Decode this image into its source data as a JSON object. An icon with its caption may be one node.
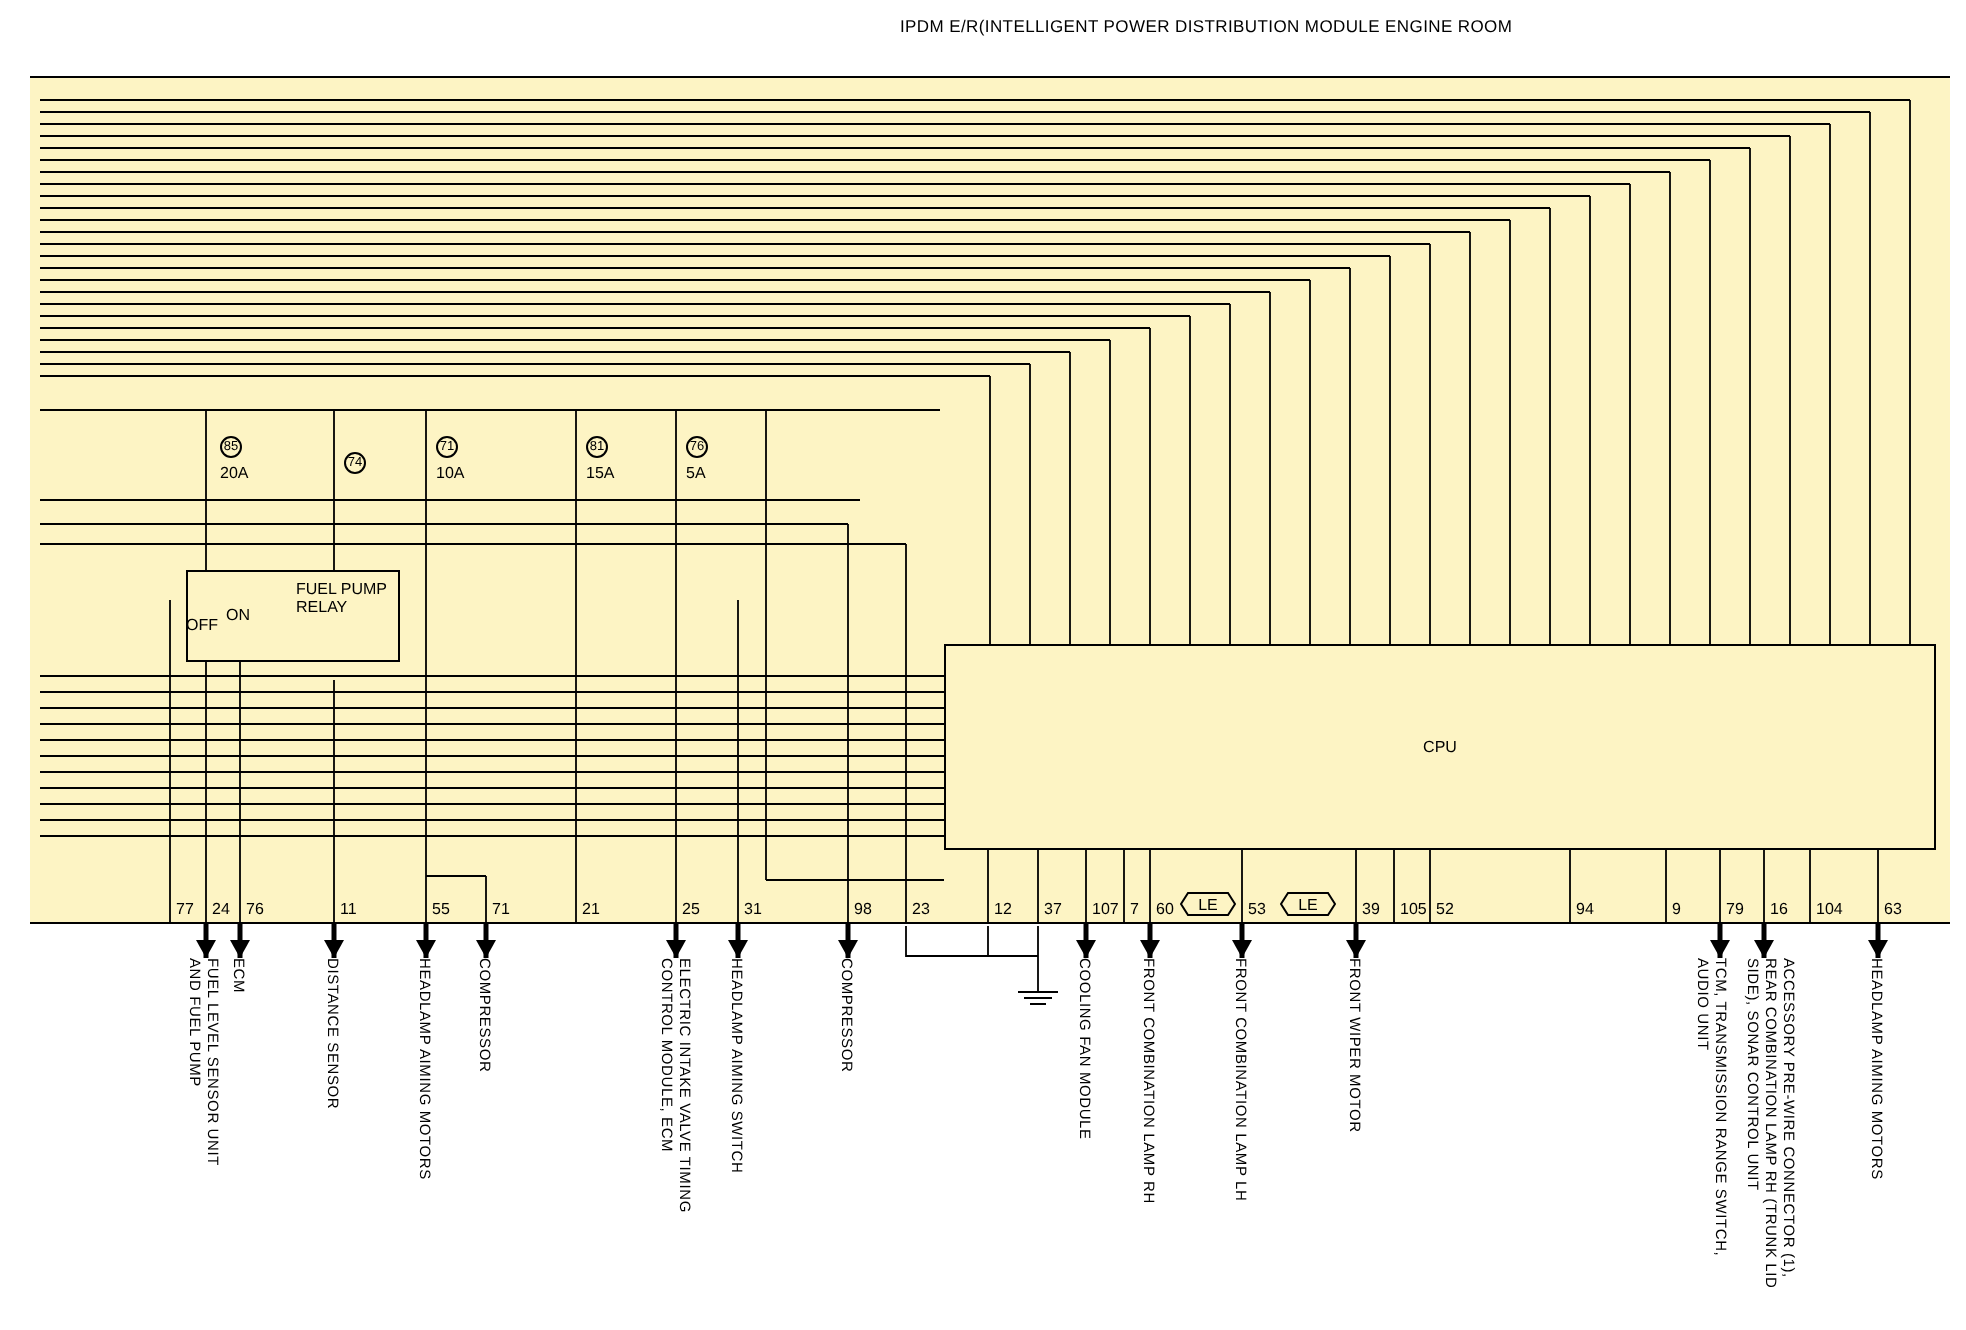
{
  "diagram": {
    "nodes": [
      {
        "text": [
          "IPDM E/R(INTELLIGENT POWER DISTRIBUTION MODULE ENGINE ROOM"
        ]
      },
      {
        "text": [
          "CPU"
        ],
        "in": 0
      },
      {
        "text": [
          "FUEL PUMP RELAY"
        ],
        "in": 0
      },
      {
        "text": [
          "FUEL LEVEL SENSOR UNIT AND FUEL PUMP"
        ]
      },
      {
        "text": [
          "ECM"
        ]
      },
      {
        "text": [
          "DISTANCE SENSOR"
        ]
      },
      {
        "text": [
          "HEADLAMP AIMING MOTORS"
        ]
      },
      {
        "text": [
          "COMPRESSOR"
        ]
      },
      {
        "text": [
          "ELECTRIC INTAKE VALVE TIMING CONTROL MODULE, ECM"
        ]
      },
      {
        "text": [
          "HEADLAMP AIMING SWITCH"
        ]
      },
      {
        "text": [
          "COMPRESSOR"
        ]
      },
      {
        "text": [
          "COOLING FAN MODULE"
        ]
      },
      {
        "text": [
          "FRONT COMBINATION LAMP RH"
        ]
      },
      {
        "text": [
          "FRONT COMBINATION LAMP LH"
        ]
      },
      {
        "text": [
          "FRONT WIPER MOTOR"
        ]
      },
      {
        "text": [
          "TCM, TRANSMISSION RANGE SWITCH, AUDIO UNIT"
        ]
      },
      {
        "text": [
          "ACCESSORY PRE-WIRE CONNECTOR (1), REAR COMBINATION LAMP RH (TRUNK LID SIDE), SONAR CONTROL UNIT"
        ]
      },
      {
        "text": [
          "HEADLAMP AIMING MOTORS"
        ]
      },
      {
        "text": [
          "LE"
        ],
        "in": 0
      },
      {
        "text": [
          "LE"
        ],
        "in": 0
      }
    ],
    "edges": [
      {
        "from": 0,
        "to": 3,
        "arrow": "to"
      },
      {
        "from": 0,
        "to": 4,
        "arrow": "to"
      },
      {
        "from": 0,
        "to": 5,
        "arrow": "to"
      },
      {
        "from": 0,
        "to": 6,
        "arrow": "to"
      },
      {
        "from": 0,
        "to": 7,
        "arrow": "to"
      },
      {
        "from": 0,
        "to": 8,
        "arrow": "to"
      },
      {
        "from": 0,
        "to": 9,
        "arrow": "to"
      },
      {
        "from": 0,
        "to": 10,
        "arrow": "to"
      },
      {
        "from": 0,
        "to": 11,
        "arrow": "to"
      },
      {
        "from": 0,
        "to": 12,
        "arrow": "to"
      },
      {
        "from": 0,
        "to": 13,
        "arrow": "to"
      },
      {
        "from": 0,
        "to": 14,
        "arrow": "to"
      },
      {
        "from": 0,
        "to": 15,
        "arrow": "to"
      },
      {
        "from": 0,
        "to": 16,
        "arrow": "to"
      },
      {
        "from": 0,
        "to": 17,
        "arrow": "to"
      }
    ],
    "labels": [
      "85",
      "20A",
      "74",
      "71",
      "10A",
      "81",
      "15A",
      "76",
      "5A",
      "ON",
      "OFF",
      "77",
      "24",
      "76",
      "11",
      "55",
      "71",
      "21",
      "25",
      "31",
      "98",
      "23",
      "12",
      "37",
      "107",
      "7",
      "60",
      "53",
      "39",
      "105",
      "52",
      "94",
      "9",
      "79",
      "16",
      "104",
      "63"
    ]
  }
}
